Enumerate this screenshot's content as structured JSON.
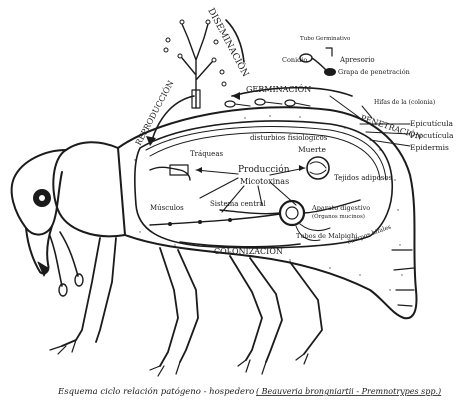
{
  "labels": {
    "diseminacion": "DISEMINACIÓN",
    "tubo_germinativo": "Tubo Germinativo",
    "conidio": "Conidio",
    "apresorio": "Apresorio",
    "grapa": "Grapa de penetración",
    "germinacion": "GERMINACIÓN",
    "hifas": "Hifas de la (colonia)",
    "penetracion": "PENETRACIÓN",
    "epicuticula": "Epicutícula",
    "procuticula": "Procutícula",
    "epidermis": "Epidermis",
    "reproduccion": "REPRODUCCIÓN",
    "disturbios": "disturbios fisiológicos",
    "traqueas": "Tráqueas",
    "produccion": "Producción",
    "micotoxinas": "Micotoxinas",
    "muerte": "Muerte",
    "tejidos": "Tejidos adiposos",
    "musculos": "Músculos",
    "sistema": "Sistema central",
    "aparato": "Aparato digestivo",
    "aparato_sub": "(Órganos mucinos)",
    "malpighi": "Tubos de Malpighi",
    "cuerpos": "cuerpos hifales",
    "colonizacion": "COLONIZACIÓN"
  },
  "caption": {
    "main": "Esquema ciclo relación patógeno - hospedero",
    "species": "( Beauveria brongniartii - Premnotrypes spp.)"
  }
}
